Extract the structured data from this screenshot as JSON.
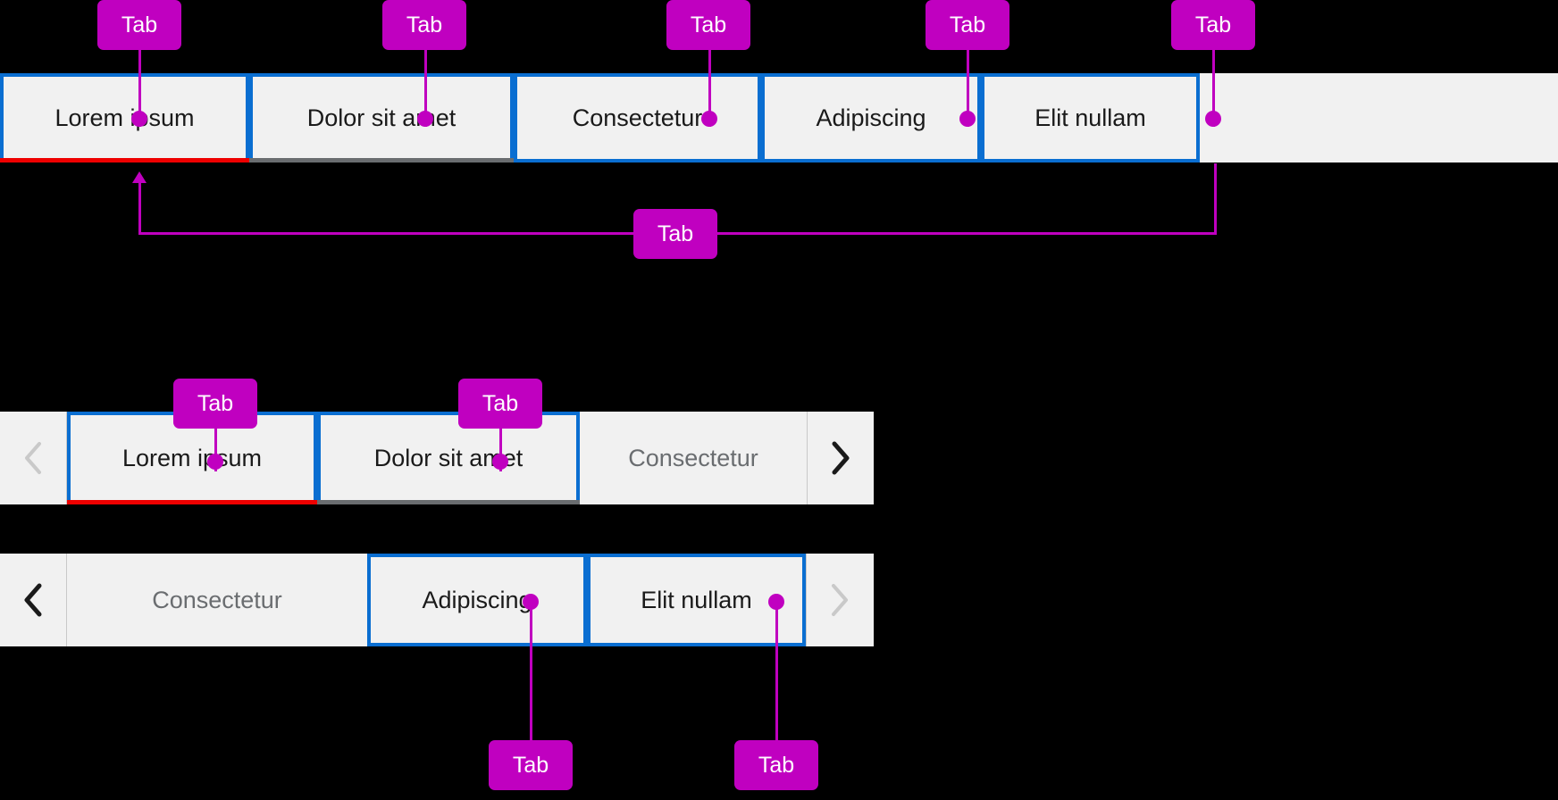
{
  "background_color": "#000000",
  "theme": {
    "surface": "#F1F1F1",
    "focus_ring": "#0A6ED1",
    "selected_indicator": "#EE0000",
    "alt_indicator": "#6A6D70",
    "text": "#1A1A1A",
    "muted_text": "#6A6D70",
    "callout_bg": "#C000C0",
    "callout_text": "#FFFFFF",
    "separator": "#C9C9C9"
  },
  "callout_label": "Tab",
  "rows": [
    {
      "name": "full-tabbar",
      "tabs": [
        {
          "label": "Lorem ipsum",
          "state": "selected",
          "indicator": "red",
          "focus_ring": true,
          "muted": false
        },
        {
          "label": "Dolor sit amet",
          "state": "hover",
          "indicator": "gray",
          "focus_ring": true,
          "muted": false
        },
        {
          "label": "Consectetur",
          "state": "default",
          "indicator": "none",
          "focus_ring": true,
          "muted": false
        },
        {
          "label": "Adipiscing",
          "state": "default",
          "indicator": "none",
          "focus_ring": true,
          "muted": false
        },
        {
          "label": "Elit nullam",
          "state": "default",
          "indicator": "none",
          "focus_ring": true,
          "muted": false
        }
      ],
      "left_arrow": null,
      "right_arrow": null
    },
    {
      "name": "scrollable-tabbar-start",
      "tabs": [
        {
          "label": "Lorem ipsum",
          "state": "selected",
          "indicator": "red",
          "focus_ring": true,
          "muted": false
        },
        {
          "label": "Dolor sit amet",
          "state": "hover",
          "indicator": "gray",
          "focus_ring": true,
          "muted": false
        },
        {
          "label": "Consectetur",
          "state": "default",
          "indicator": "none",
          "focus_ring": false,
          "muted": true
        }
      ],
      "left_arrow": {
        "glyph": "chevron-left",
        "enabled": false
      },
      "right_arrow": {
        "glyph": "chevron-right",
        "enabled": true
      }
    },
    {
      "name": "scrollable-tabbar-end",
      "tabs": [
        {
          "label": "Consectetur",
          "state": "default",
          "indicator": "none",
          "focus_ring": false,
          "muted": true
        },
        {
          "label": "Adipiscing",
          "state": "default",
          "indicator": "none",
          "focus_ring": true,
          "muted": false
        },
        {
          "label": "Elit nullam",
          "state": "default",
          "indicator": "none",
          "focus_ring": true,
          "muted": false
        }
      ],
      "left_arrow": {
        "glyph": "chevron-left",
        "enabled": true
      },
      "right_arrow": {
        "glyph": "chevron-right",
        "enabled": false
      }
    }
  ],
  "callouts": [
    {
      "id": "c1",
      "label": "Tab",
      "target_row": 0,
      "target_tab": 0
    },
    {
      "id": "c2",
      "label": "Tab",
      "target_row": 0,
      "target_tab": 1
    },
    {
      "id": "c3",
      "label": "Tab",
      "target_row": 0,
      "target_tab": 2
    },
    {
      "id": "c4",
      "label": "Tab",
      "target_row": 0,
      "target_tab": 3
    },
    {
      "id": "c5",
      "label": "Tab",
      "target_row": 0,
      "target_tab": 4
    },
    {
      "id": "c6",
      "label": "Tab",
      "target_row": 0,
      "target_tab": null
    },
    {
      "id": "c7",
      "label": "Tab",
      "target_row": 1,
      "target_tab": 0
    },
    {
      "id": "c8",
      "label": "Tab",
      "target_row": 1,
      "target_tab": 1
    },
    {
      "id": "c9",
      "label": "Tab",
      "target_row": 2,
      "target_tab": 1
    },
    {
      "id": "c10",
      "label": "Tab",
      "target_row": 2,
      "target_tab": 2
    }
  ]
}
